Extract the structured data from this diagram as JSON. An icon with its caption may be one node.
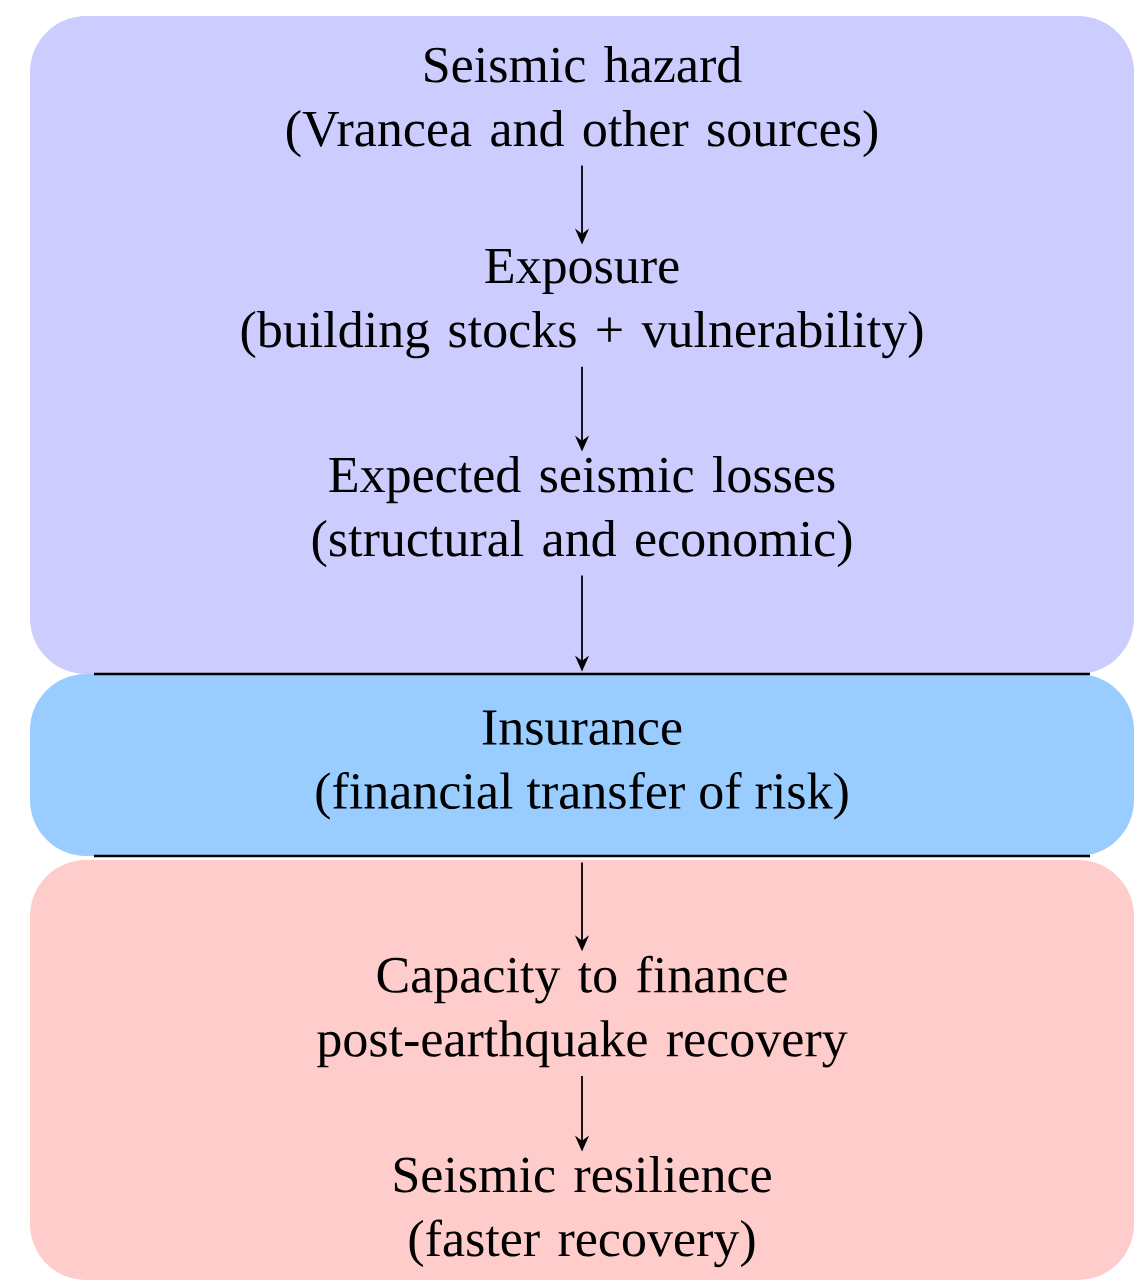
{
  "diagram": {
    "nodes": [
      {
        "text": [],
        "shape": "box"
      },
      {
        "text": [
          "Seismic hazard",
          "(Vrancea and other sources)"
        ],
        "in": 0
      },
      {
        "text": [
          "Exposure",
          "(building stocks + vulnerability)"
        ],
        "in": 0
      },
      {
        "text": [
          "Expected seismic losses",
          "(structural and economic)"
        ],
        "in": 0
      },
      {
        "text": [
          "Insurance",
          "(financial transfer of risk)"
        ]
      },
      {
        "text": [],
        "shape": "box"
      },
      {
        "text": [
          "Capacity to finance post-earthquake recovery"
        ],
        "in": 5
      },
      {
        "text": [
          "Seismic resilience",
          "(faster recovery)"
        ],
        "in": 5
      }
    ],
    "edges": [
      {
        "from": 1,
        "to": 2,
        "arrow": "to"
      },
      {
        "from": 2,
        "to": 3,
        "arrow": "to"
      },
      {
        "from": 3,
        "to": 4,
        "arrow": "to"
      },
      {
        "from": 4,
        "to": 6,
        "arrow": "to"
      },
      {
        "from": 6,
        "to": 7,
        "arrow": "to"
      }
    ]
  }
}
